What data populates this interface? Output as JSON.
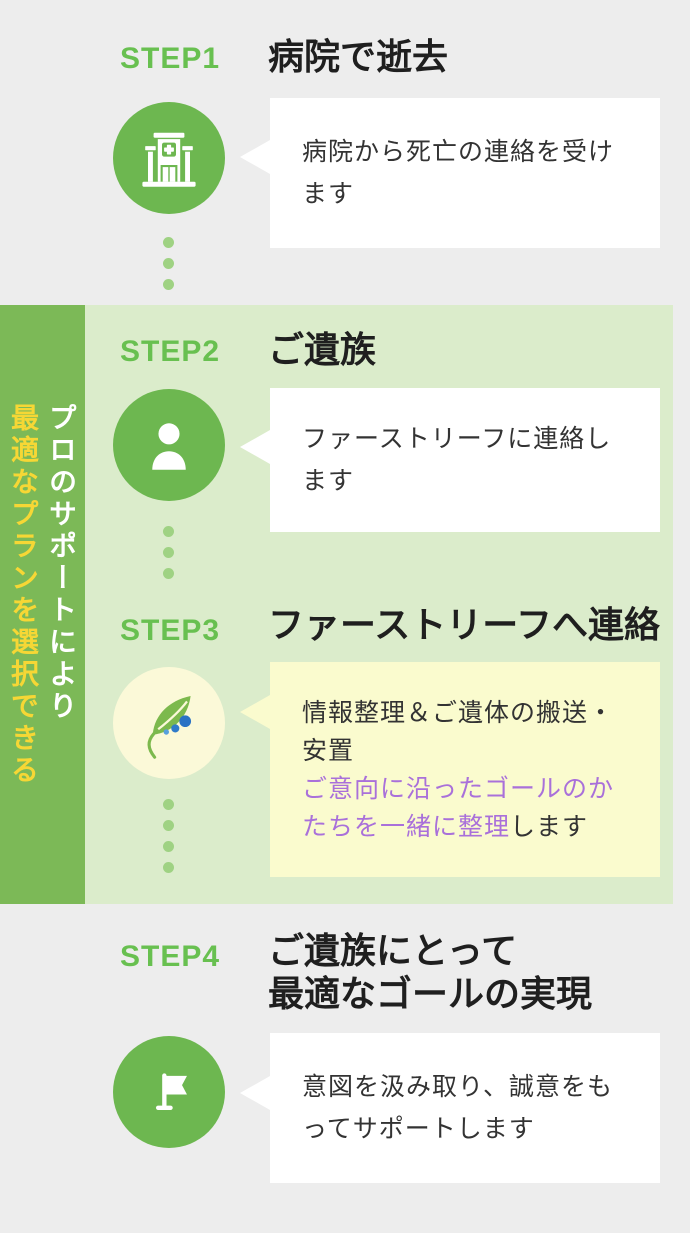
{
  "colors": {
    "background_gray": "#ededed",
    "band_light_green": "#dbeccb",
    "sidebar_green": "#7cb957",
    "circle_green": "#6db750",
    "step_label_green": "#68c050",
    "connector_dot_green": "#9fd283",
    "bubble_white": "#ffffff",
    "bubble_yellow": "#fafbce",
    "logo_circle_pale_yellow": "#fbf9d8",
    "sidebar_text_white": "#ffffff",
    "sidebar_text_yellow": "#f6d735",
    "accent_purple": "#a970da",
    "title_black": "#1f1f1f",
    "body_text_gray": "#333333",
    "leaf_green": "#7cb94d",
    "logo_dot_blue": "#2a72c4"
  },
  "sidebar": {
    "line1_white": "プロのサポートにより",
    "line2_yellow": "最適なプランを選択できる"
  },
  "steps": [
    {
      "label": "STEP1",
      "title": "病院で逝去",
      "icon": "hospital-icon",
      "bubble": {
        "text": "病院から死亡の連絡を受けます"
      }
    },
    {
      "label": "STEP2",
      "title": "ご遺族",
      "icon": "person-icon",
      "bubble": {
        "text": "ファーストリーフに連絡します"
      }
    },
    {
      "label": "STEP3",
      "title": "ファーストリーフへ連絡",
      "icon": "firstleaf-logo-icon",
      "bubble": {
        "text_black_1": "情報整理＆ご遺体の搬送・安置",
        "text_purple": "ご意向に沿ったゴールのかたちを一緒に整理",
        "text_black_2": "します"
      }
    },
    {
      "label": "STEP4",
      "title_line1": "ご遺族にとって",
      "title_line2": "最適なゴールの実現",
      "icon": "flag-icon",
      "bubble": {
        "text": "意図を汲み取り、誠意をもってサポートします"
      }
    }
  ]
}
